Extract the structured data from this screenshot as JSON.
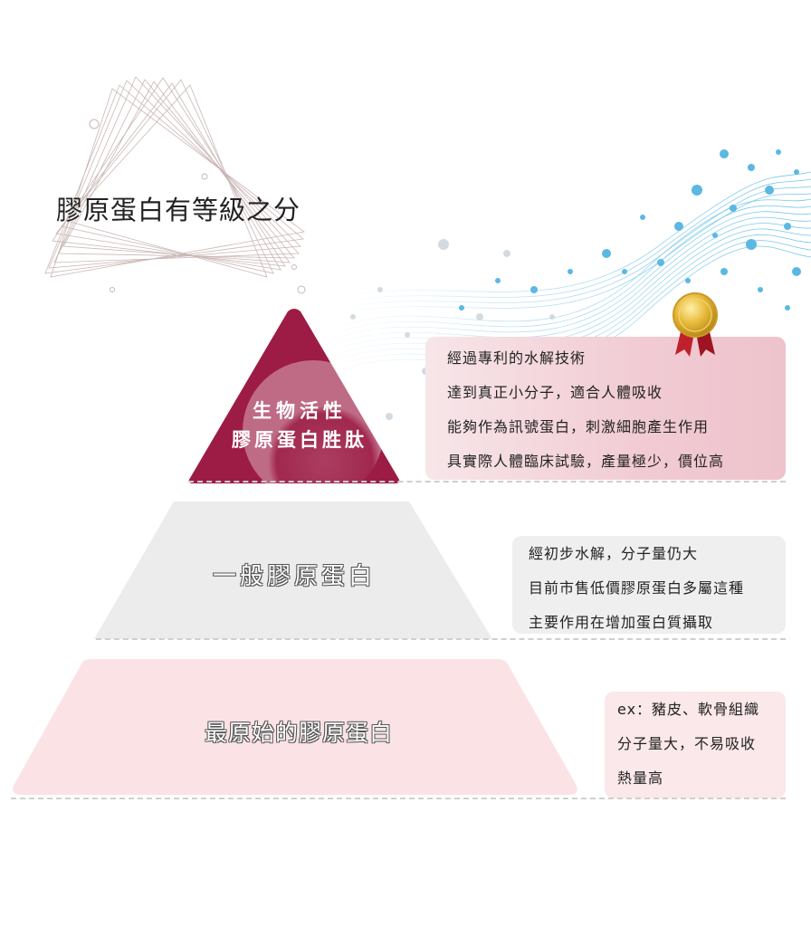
{
  "title": "膠原蛋白有等級之分",
  "tiers": [
    {
      "label_lines": [
        "生物活性",
        "膠原蛋白胜肽"
      ],
      "description": [
        "經過專利的水解技術",
        "達到真正小分子，適合人體吸收",
        "能夠作為訊號蛋白，刺激細胞產生作用",
        "具實際人體臨床試驗，產量極少，價位高"
      ],
      "icon": "medal-icon",
      "color": "#9c1c45"
    },
    {
      "label": "一般膠原蛋白",
      "description": [
        "經初步水解，分子量仍大",
        "目前市售低價膠原蛋白多屬這種",
        "主要作用在增加蛋白質攝取"
      ],
      "color": "#ececec"
    },
    {
      "label": "最原始的膠原蛋白",
      "description": [
        "ex：豬皮、軟骨組織",
        "分子量大，不易吸收",
        "熱量高"
      ],
      "color": "#fbe2e5"
    }
  ],
  "decorations": [
    "triangle-frame-icon",
    "water-wave-decoration"
  ]
}
